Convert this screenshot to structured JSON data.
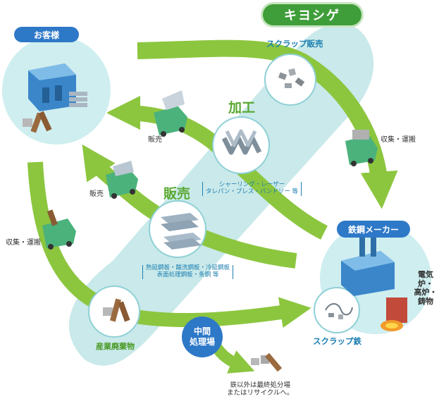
{
  "brand": {
    "name": "キヨシゲ"
  },
  "customer": {
    "label": "お客様"
  },
  "steel_maker": {
    "label": "鉄鋼メーカー",
    "facility_label": "電気炉・\n高炉・\n鋳物"
  },
  "center": {
    "processing_label": "加工",
    "processing_caption": "シャーリング・レーザー\nタレパン・プレス・バンドソー 等",
    "sales_label": "販売",
    "sales_caption": "熱延鋼板・酸洗鋼板・冷延鋼板\n表面処理鋼板・条鋼 等"
  },
  "flow": {
    "scrap_sales": "スクラップ販売",
    "collect_transport_right": "収集・運搬",
    "collect_transport_left": "収集・運搬",
    "sales_upper": "販売",
    "sales_lower": "販売",
    "scrap_iron": "スクラップ鉄",
    "industrial_waste": "産業廃棄物",
    "intermediate_facility": "中間\n処理場",
    "final_disposal": "鉄以外は最終処分場\nまたはリサイクルへ。"
  },
  "colors": {
    "arrow_green": "#8cc63f",
    "band_teal": "#c9e9ea",
    "circle_teal": "#cfeef0",
    "brand_green": "#3f9e39",
    "pill_blue": "#2e78c8",
    "text_green": "#58a830",
    "caption_blue": "#1d7fb0"
  },
  "icons": {
    "customer": "factory-icon",
    "steel_maker": "steel-mill-icon",
    "furnace": "furnace-icon",
    "truck": "truck-icon",
    "scrap": "scrap-pile-icon",
    "sheets": "steel-sheets-icon",
    "cut_parts": "cut-parts-icon",
    "waste": "waste-debris-icon"
  }
}
